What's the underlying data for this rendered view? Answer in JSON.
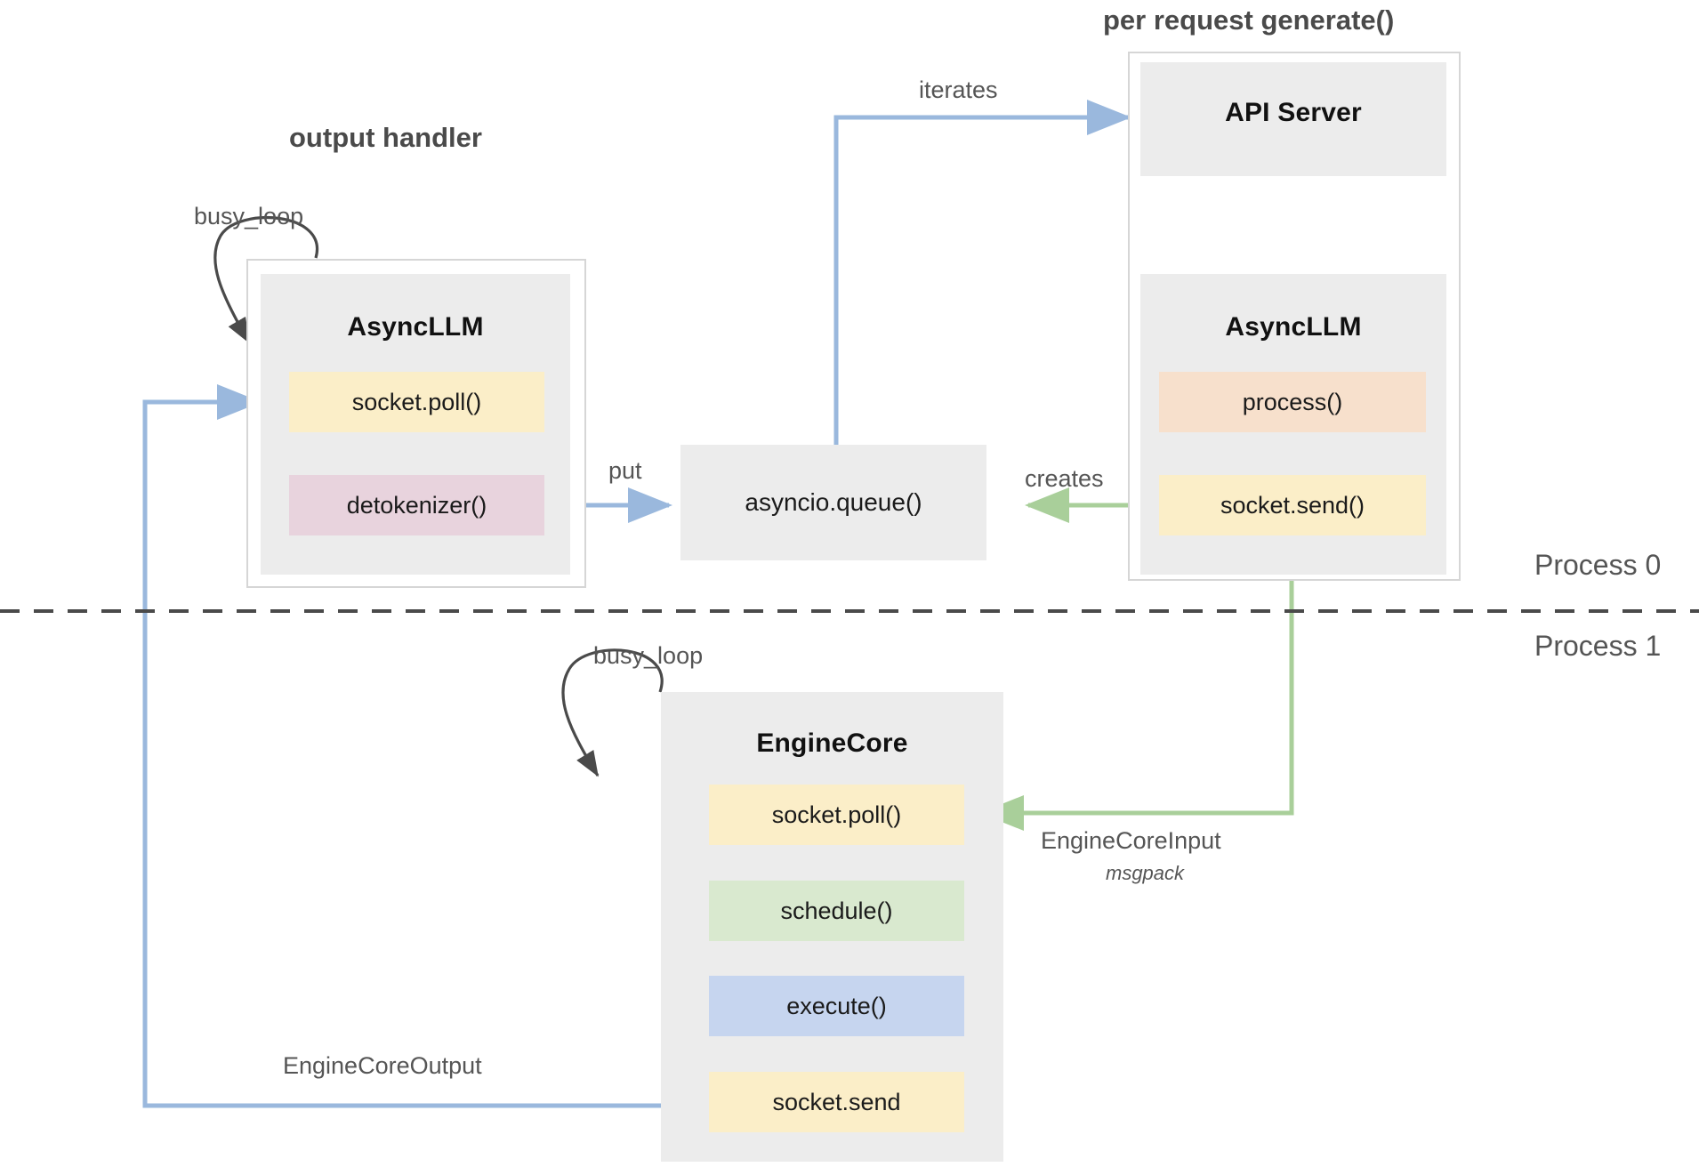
{
  "diagram": {
    "title_left": "output handler",
    "title_right": "per request generate()",
    "process_labels": {
      "top": "Process 0",
      "bottom": "Process 1"
    },
    "separator": "dashed-horizontal-line"
  },
  "output_handler": {
    "container_name": "output handler",
    "busy_loop_label": "busy_loop",
    "block": {
      "title": "AsyncLLM",
      "chips": [
        {
          "label": "socket.poll()",
          "color": "#fbeec8",
          "tone": "yellow"
        },
        {
          "label": "detokenizer()",
          "color": "#e8d3dd",
          "tone": "pink"
        }
      ]
    }
  },
  "queue": {
    "label": "asyncio.queue()"
  },
  "per_request": {
    "container_name": "per request generate()",
    "api_server": {
      "title": "API Server"
    },
    "async_llm": {
      "title": "AsyncLLM",
      "chips": [
        {
          "label": "process()",
          "color": "#f7e0cc",
          "tone": "peach"
        },
        {
          "label": "socket.send()",
          "color": "#fbeec8",
          "tone": "yellow"
        }
      ]
    }
  },
  "engine_core": {
    "busy_loop_label": "busy_loop",
    "title": "EngineCore",
    "chips": [
      {
        "label": "socket.poll()",
        "color": "#fbeec8",
        "tone": "yellow"
      },
      {
        "label": "schedule()",
        "color": "#d9e9cf",
        "tone": "green"
      },
      {
        "label": "execute()",
        "color": "#c6d5ef",
        "tone": "blue"
      },
      {
        "label": "socket.send",
        "color": "#fbeec8",
        "tone": "yellow"
      }
    ]
  },
  "edges": [
    {
      "id": "iterates",
      "label": "iterates",
      "color": "#9ab8dd",
      "from": "asyncio.queue()",
      "to": "API Server"
    },
    {
      "id": "put",
      "label": "put",
      "color": "#9ab8dd",
      "from": "detokenizer()",
      "to": "asyncio.queue()"
    },
    {
      "id": "creates",
      "label": "creates",
      "color": "#a9cf9a",
      "from": "socket.send()",
      "to": "asyncio.queue()"
    },
    {
      "id": "api-to-llm",
      "label": "",
      "color": "#a9cf9a",
      "from": "API Server",
      "to": "AsyncLLM"
    },
    {
      "id": "core-input",
      "label": "EngineCoreInput",
      "sublabel": "msgpack",
      "color": "#a9cf9a",
      "from": "socket.send()",
      "to": "socket.poll()"
    },
    {
      "id": "core-output",
      "label": "EngineCoreOutput",
      "color": "#9ab8dd",
      "from": "socket.send",
      "to": "socket.poll()"
    },
    {
      "id": "busy-loop-left",
      "label": "busy_loop",
      "color": "#4a4a4a",
      "from": "AsyncLLM",
      "to": "AsyncLLM"
    },
    {
      "id": "busy-loop-core",
      "label": "busy_loop",
      "color": "#4a4a4a",
      "from": "EngineCore",
      "to": "EngineCore"
    }
  ],
  "colors": {
    "blue_arrow": "#9ab8dd",
    "green_arrow": "#a9cf9a",
    "black_arrow": "#4a4a4a",
    "box_fill": "#ececec",
    "box_border": "#d6d6d6",
    "text": "#1a1a1a",
    "muted_text": "#555555"
  }
}
